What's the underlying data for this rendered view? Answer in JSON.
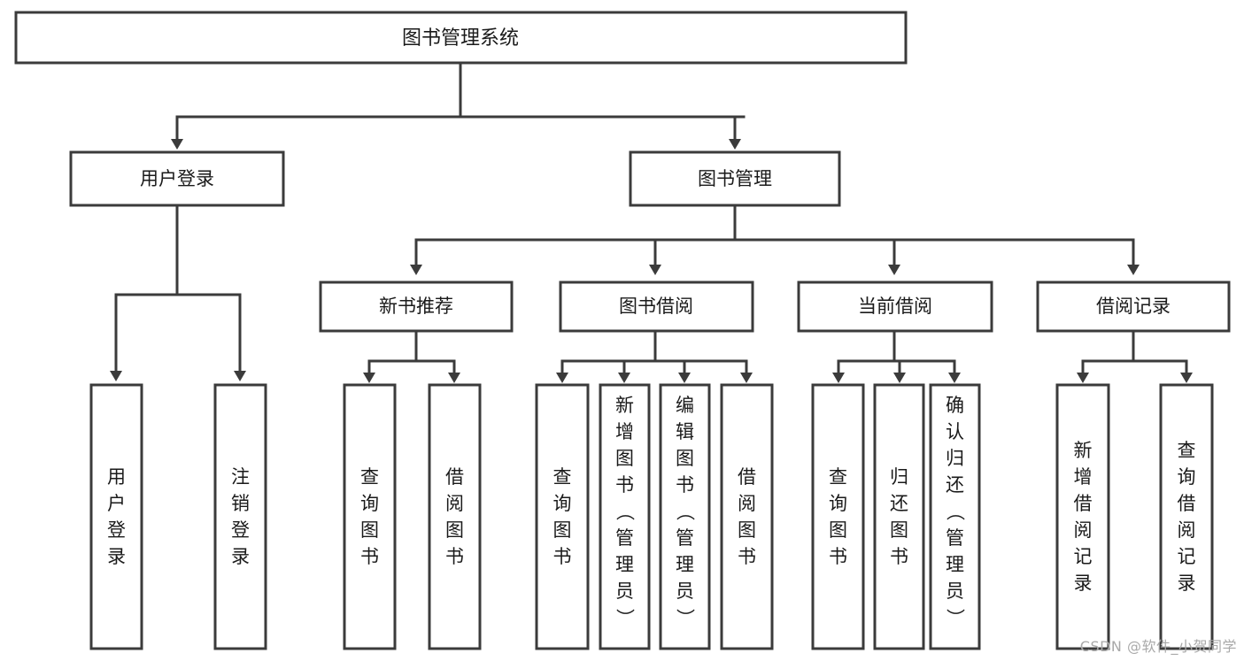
{
  "diagram": {
    "title": "图书管理系统",
    "type": "tree-hierarchy-chart",
    "root": {
      "id": "root",
      "label": "图书管理系统",
      "orientation": "horizontal"
    },
    "level1": [
      {
        "id": "user-login",
        "label": "用户登录",
        "orientation": "horizontal"
      },
      {
        "id": "book-management",
        "label": "图书管理",
        "orientation": "horizontal"
      }
    ],
    "level2": [
      {
        "id": "new-book-recommend",
        "label": "新书推荐",
        "parent": "book-management",
        "orientation": "horizontal"
      },
      {
        "id": "book-borrow",
        "label": "图书借阅",
        "parent": "book-management",
        "orientation": "horizontal"
      },
      {
        "id": "current-borrow",
        "label": "当前借阅",
        "parent": "book-management",
        "orientation": "horizontal"
      },
      {
        "id": "borrow-record",
        "label": "借阅记录",
        "parent": "book-management",
        "orientation": "horizontal"
      }
    ],
    "leaves": [
      {
        "id": "leaf-user-login",
        "parent": "user-login",
        "label": "用户登录",
        "chars": [
          "用",
          "户",
          "登",
          "录"
        ],
        "align": "center"
      },
      {
        "id": "leaf-logout",
        "parent": "user-login",
        "label": "注销登录",
        "chars": [
          "注",
          "销",
          "登",
          "录"
        ],
        "align": "center"
      },
      {
        "id": "leaf-query-book-1",
        "parent": "new-book-recommend",
        "label": "查询图书",
        "chars": [
          "查",
          "询",
          "图",
          "书"
        ],
        "align": "center"
      },
      {
        "id": "leaf-borrow-book-1",
        "parent": "new-book-recommend",
        "label": "借阅图书",
        "chars": [
          "借",
          "阅",
          "图",
          "书"
        ],
        "align": "center"
      },
      {
        "id": "leaf-query-book-2",
        "parent": "book-borrow",
        "label": "查询图书",
        "chars": [
          "查",
          "询",
          "图",
          "书"
        ],
        "align": "center"
      },
      {
        "id": "leaf-add-book",
        "parent": "book-borrow",
        "label": "新增图书（管理员）",
        "chars": [
          "新",
          "增",
          "图",
          "书",
          "（",
          "管",
          "理",
          "员",
          "）"
        ],
        "align": "top"
      },
      {
        "id": "leaf-edit-book",
        "parent": "book-borrow",
        "label": "编辑图书（管理员）",
        "chars": [
          "编",
          "辑",
          "图",
          "书",
          "（",
          "管",
          "理",
          "员",
          "）"
        ],
        "align": "top"
      },
      {
        "id": "leaf-borrow-book-2",
        "parent": "book-borrow",
        "label": "借阅图书",
        "chars": [
          "借",
          "阅",
          "图",
          "书"
        ],
        "align": "center"
      },
      {
        "id": "leaf-query-book-3",
        "parent": "current-borrow",
        "label": "查询图书",
        "chars": [
          "查",
          "询",
          "图",
          "书"
        ],
        "align": "center"
      },
      {
        "id": "leaf-return-book",
        "parent": "current-borrow",
        "label": "归还图书",
        "chars": [
          "归",
          "还",
          "图",
          "书"
        ],
        "align": "center"
      },
      {
        "id": "leaf-confirm-return",
        "parent": "current-borrow",
        "label": "确认归还（管理员）",
        "chars": [
          "确",
          "认",
          "归",
          "还",
          "（",
          "管",
          "理",
          "员",
          "）"
        ],
        "align": "top"
      },
      {
        "id": "leaf-add-record",
        "parent": "borrow-record",
        "label": "新增借阅记录",
        "chars": [
          "新",
          "增",
          "借",
          "阅",
          "记",
          "录"
        ],
        "align": "center"
      },
      {
        "id": "leaf-query-record",
        "parent": "borrow-record",
        "label": "查询借阅记录",
        "chars": [
          "查",
          "询",
          "借",
          "阅",
          "记",
          "录"
        ],
        "align": "center"
      }
    ],
    "colors": {
      "stroke": "#3b3b3b",
      "fill": "#ffffff",
      "text": "#1a1a1a",
      "watermark": "#a9a9a9",
      "background": "#ffffff"
    }
  },
  "watermark": {
    "text": "CSDN @软件_小贺同学"
  }
}
